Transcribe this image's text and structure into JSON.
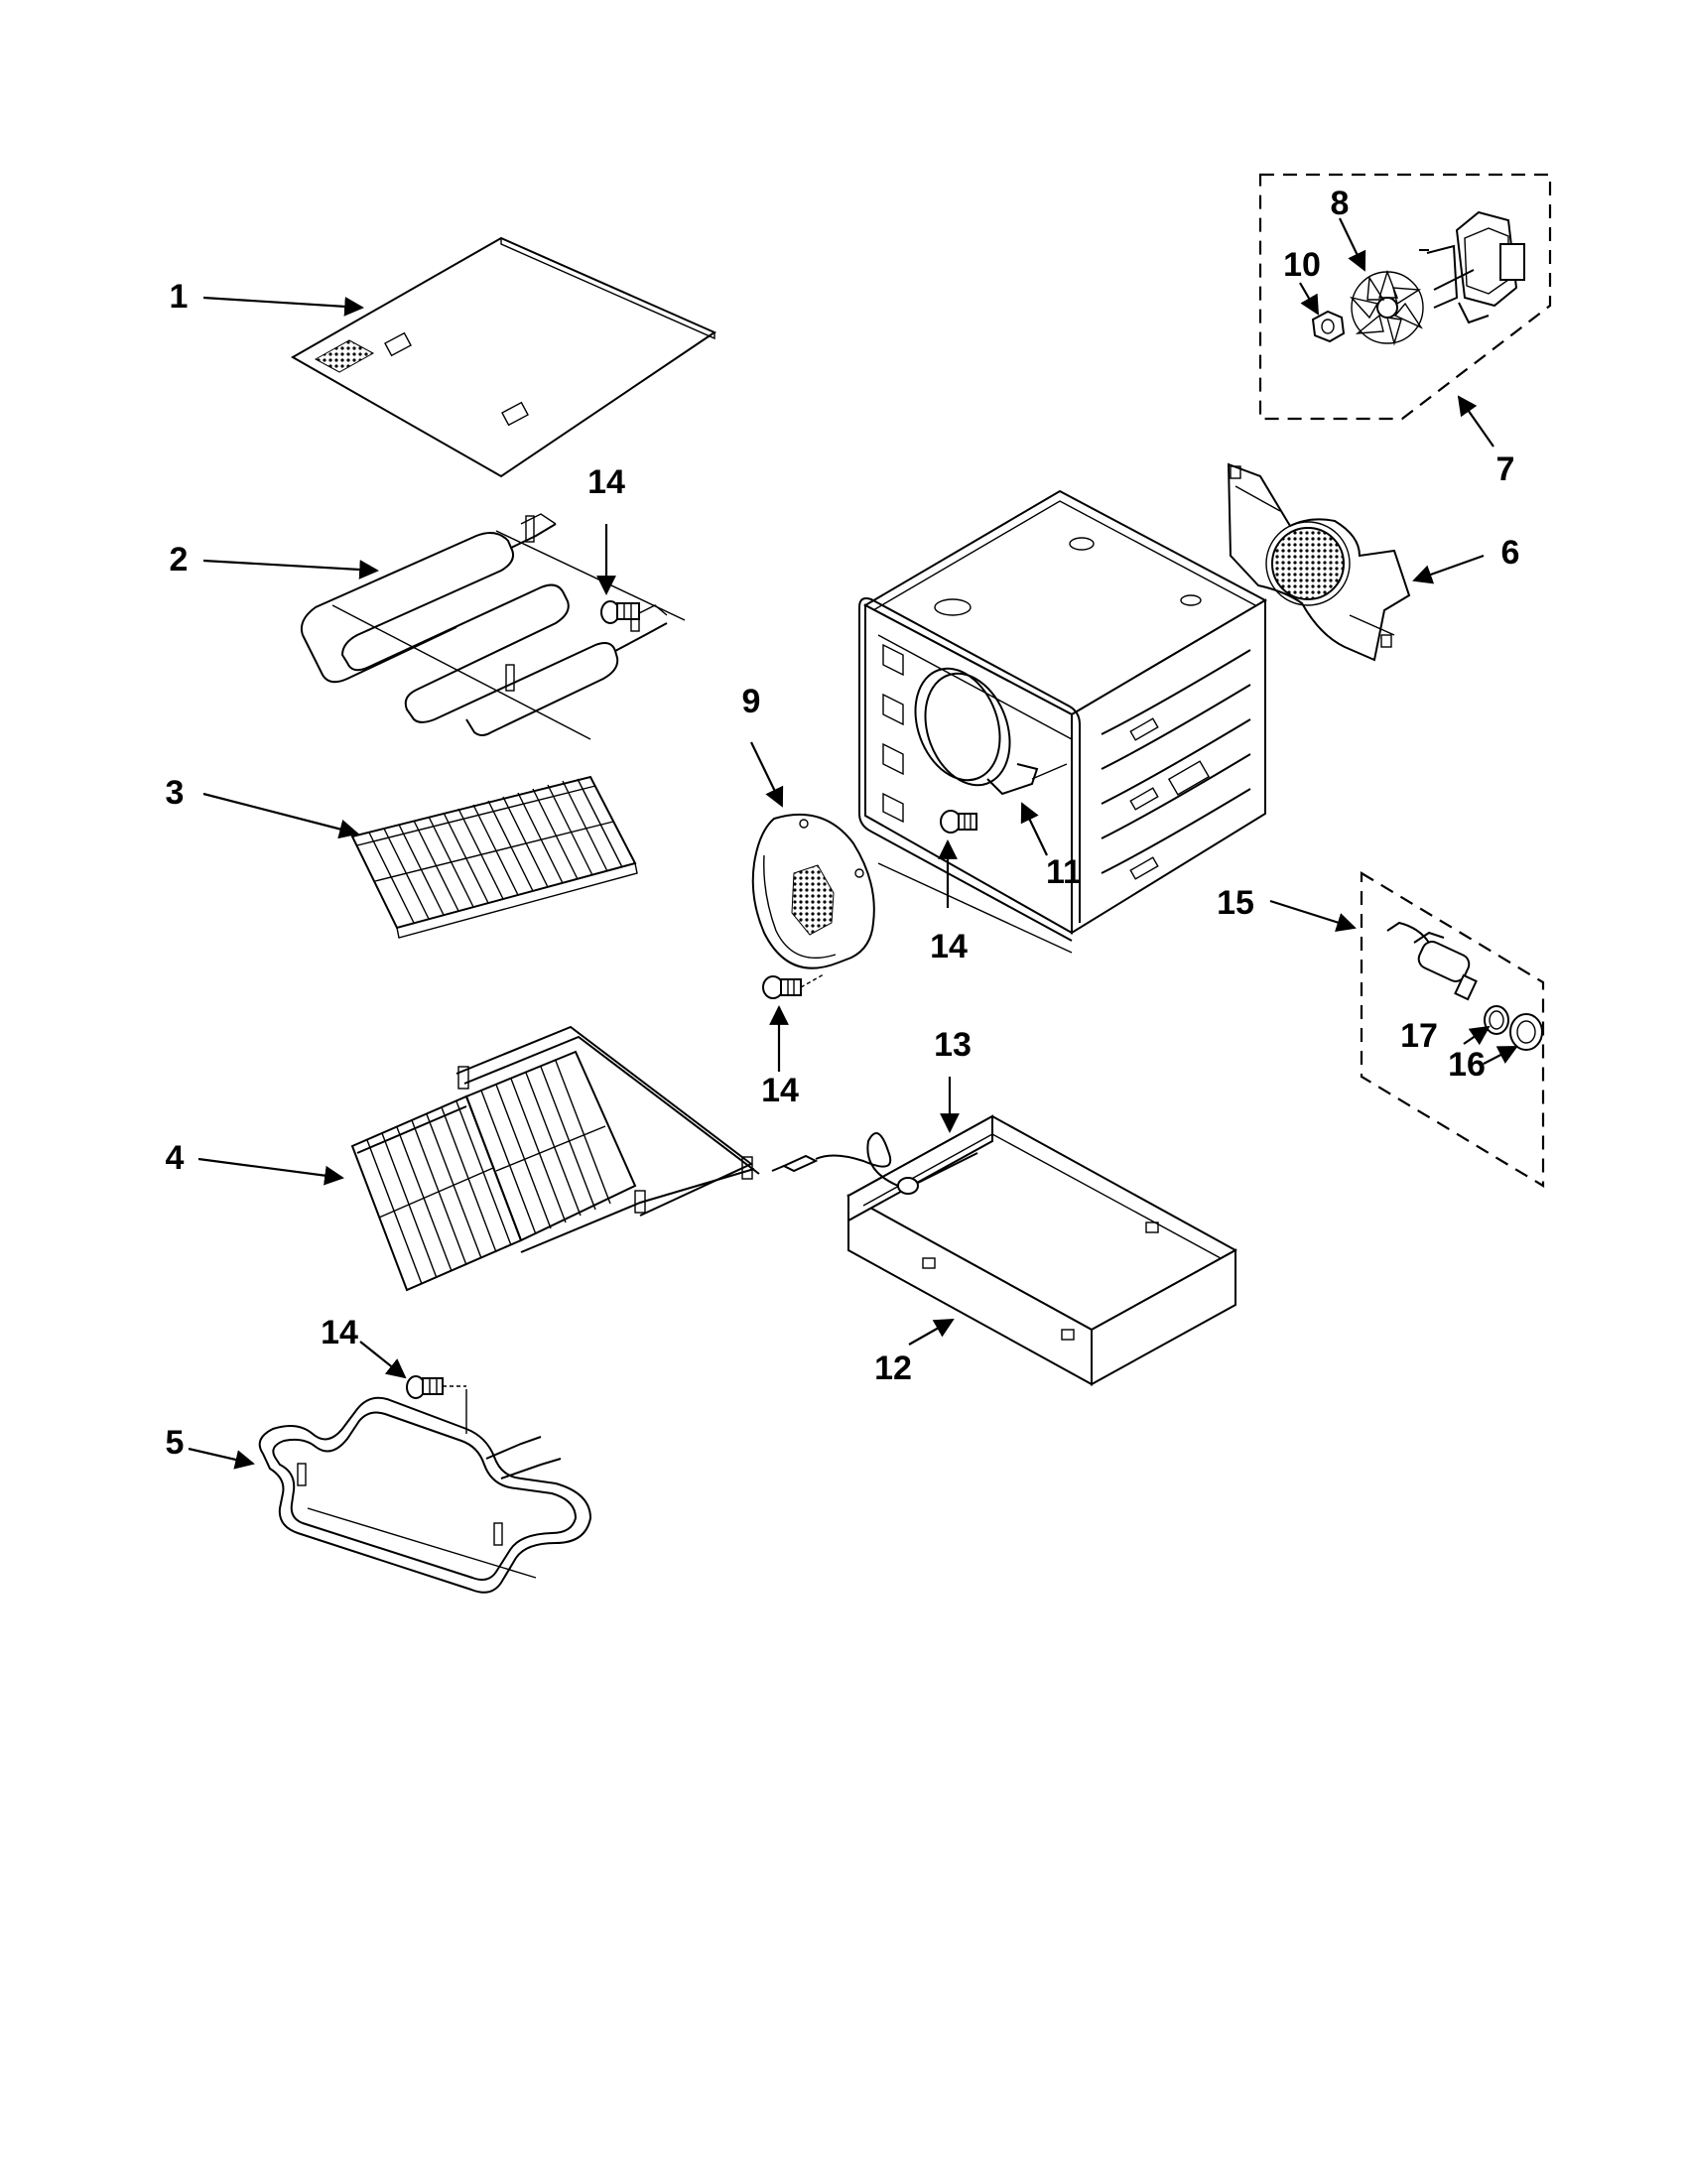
{
  "diagram": {
    "callouts": [
      "1",
      "2",
      "3",
      "4",
      "5",
      "6",
      "7",
      "8",
      "9",
      "10",
      "11",
      "12",
      "13",
      "14",
      "15",
      "16",
      "17"
    ],
    "repeat_callout": "14"
  }
}
